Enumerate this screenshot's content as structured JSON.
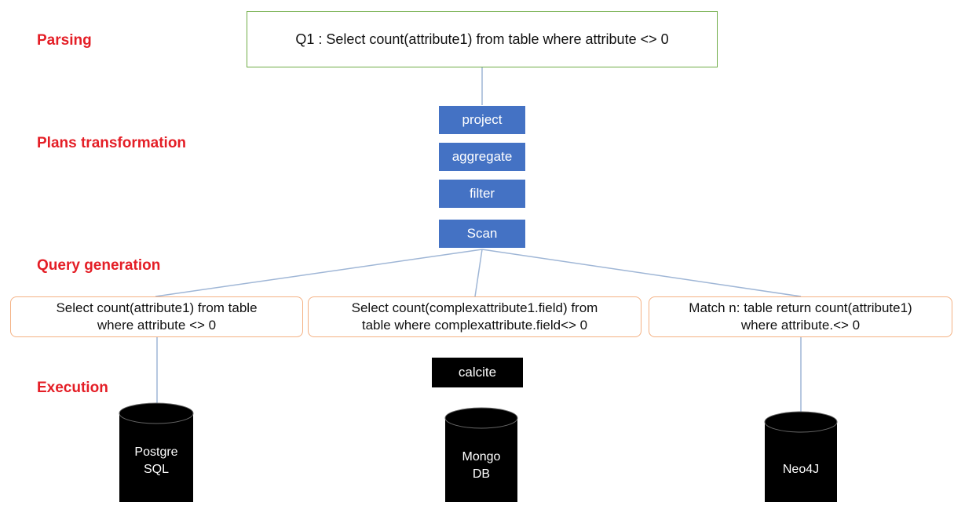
{
  "stages": {
    "parsing": "Parsing",
    "plans_transformation": "Plans transformation",
    "query_generation": "Query generation",
    "execution": "Execution"
  },
  "query": "Q1 : Select count(attribute1) from table where attribute <> 0",
  "plan_ops": [
    "project",
    "aggregate",
    "filter",
    "Scan"
  ],
  "generated": [
    {
      "line1": "Select count(attribute1) from table",
      "line2": "where attribute <> 0"
    },
    {
      "line1": "Select count(complexattribute1.field) from",
      "line2": "table where complexattribute.field<> 0"
    },
    {
      "line1": "Match n: table return count(attribute1)",
      "line2": "where attribute.<> 0"
    }
  ],
  "adapter": "calcite",
  "databases": [
    {
      "line1": "Postgre",
      "line2": "SQL"
    },
    {
      "line1": "Mongo",
      "line2": "DB"
    },
    {
      "line1": "Neo4J",
      "line2": ""
    }
  ],
  "colors": {
    "stage_label": "#e41e26",
    "plan_op_fill": "#4472c4",
    "query_border": "#70ad47",
    "generated_border": "#f4b183",
    "connector": "#9fb6d6",
    "database_fill": "#000000"
  }
}
